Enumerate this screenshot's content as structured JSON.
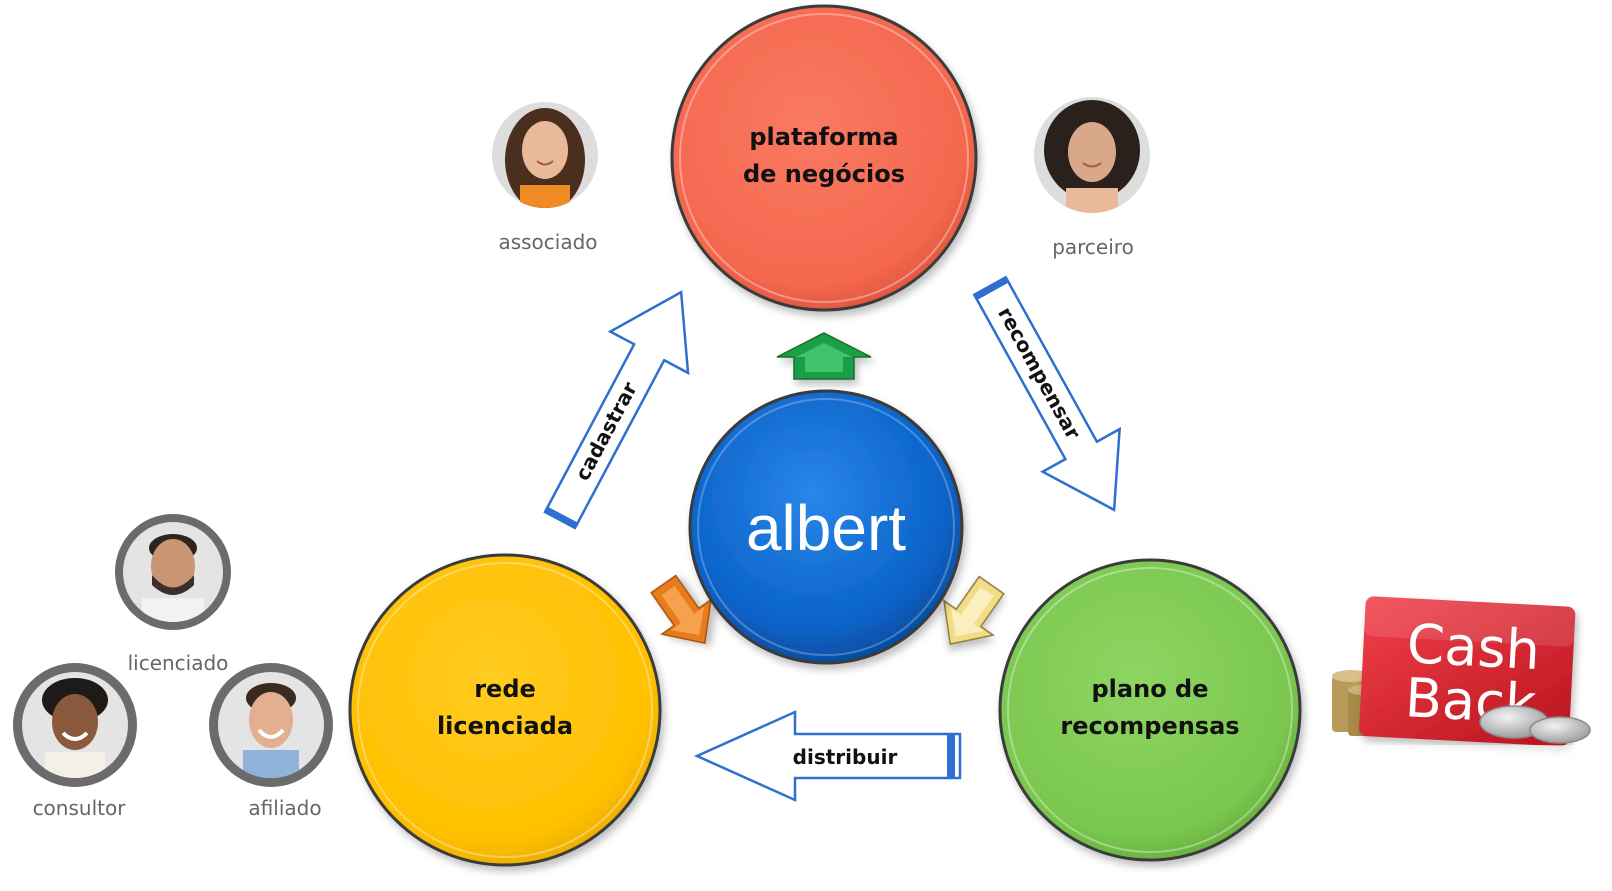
{
  "nodes": {
    "platform": {
      "line1": "plataforma",
      "line2": "de negócios",
      "color": "#F4674E"
    },
    "network": {
      "line1": "rede",
      "line2": "licenciada",
      "color": "#FFC000"
    },
    "rewards": {
      "line1": "plano de",
      "line2": "recompensas",
      "color": "#7AC74F"
    },
    "center": {
      "label": "albert",
      "color": "#0A63C9"
    }
  },
  "arrows": {
    "register": "cadastrar",
    "reward": "recompensar",
    "distribute": "distribuir"
  },
  "roles": {
    "associate": "associado",
    "partner": "parceiro",
    "licensee": "licenciado",
    "consultant": "consultor",
    "affiliate": "afiliado"
  },
  "cashback": {
    "line1": "Cash",
    "line2": "Back",
    "color": "#E0242E"
  },
  "colors": {
    "outline_arrow": "#2E6FCF",
    "green_arrow": "#1E9E4A",
    "orange_arrow": "#E87B1E",
    "yellow_arrow": "#F2DC86",
    "role_text": "#666666",
    "avatar_ring": "#6B6B6B"
  }
}
